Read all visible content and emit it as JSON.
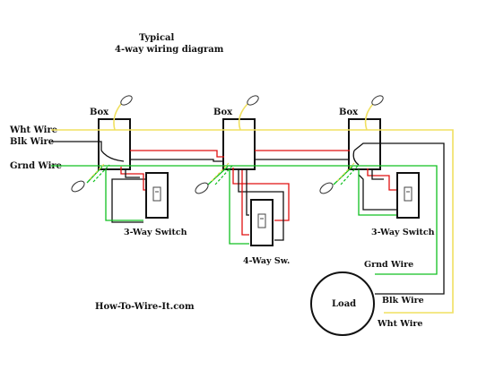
{
  "title": {
    "line1": "Typical",
    "line2": "4-way wiring diagram"
  },
  "wire_labels": {
    "white": "Wht Wire",
    "black": "Blk Wire",
    "ground": "Grnd Wire"
  },
  "boxes": {
    "box1": "Box",
    "box2": "Box",
    "box3": "Box"
  },
  "switches": {
    "left": "3-Way Switch",
    "middle": "4-Way Sw.",
    "right": "3-Way Switch"
  },
  "load": {
    "label": "Load",
    "ground_label": "Grnd Wire",
    "black_label": "Blk Wire",
    "white_label": "Wht Wire"
  },
  "website": "How-To-Wire-It.com",
  "colors": {
    "white_wire": "#f0e060",
    "black_wire": "#111111",
    "red_wire": "#e01010",
    "ground_wire": "#10c020",
    "box": "#111111"
  }
}
